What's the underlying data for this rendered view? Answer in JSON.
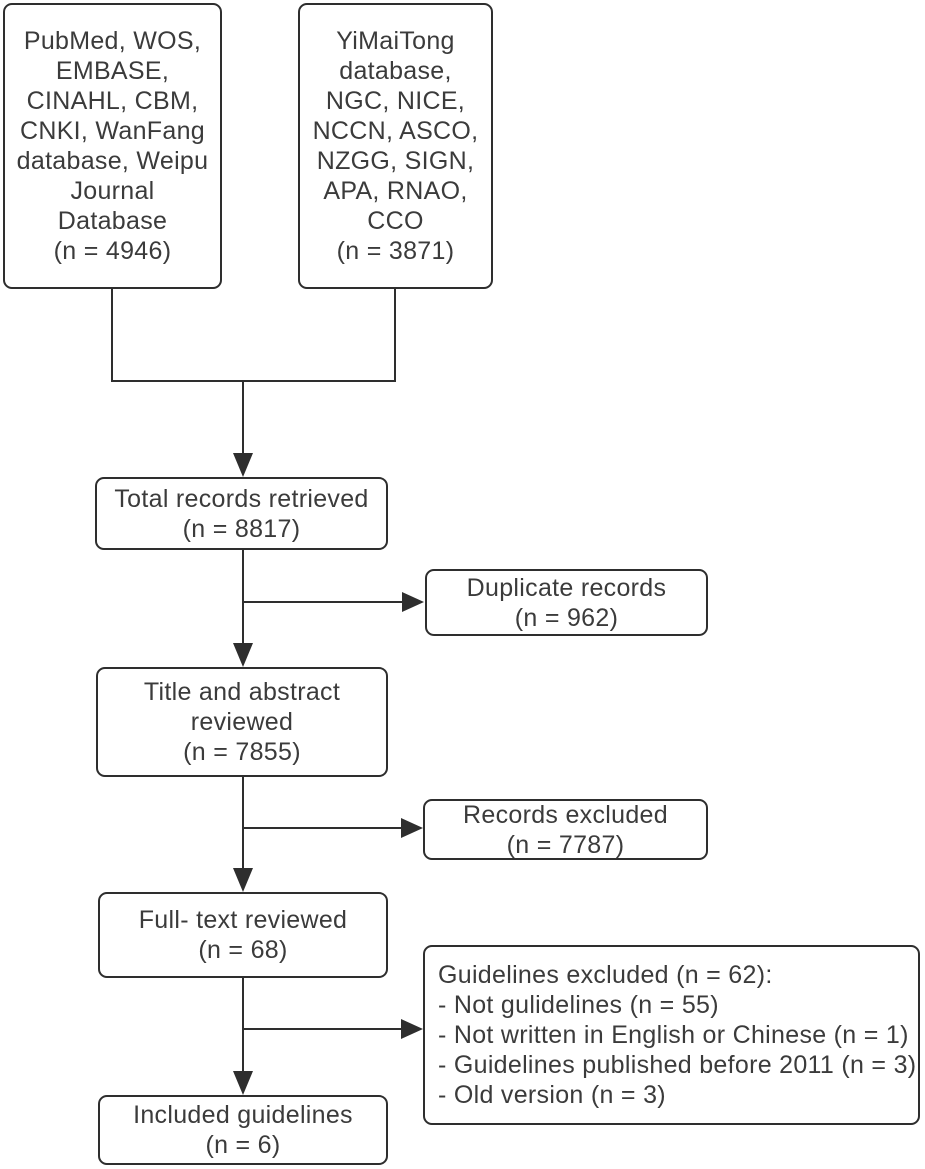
{
  "diagram": {
    "type": "literature-screening-flowchart",
    "colors": {
      "stroke": "#2e2e2e",
      "text": "#3b3b3b",
      "box_background": "#ffffff"
    },
    "boxes": {
      "primary_sources": {
        "label": "PubMed, WOS,\nEMBASE,\nCINAHL, CBM,\nCNKI, WanFang\ndatabase, Weipu\nJournal\nDatabase\n(n = 4946)",
        "n": 4946
      },
      "guideline_sources": {
        "label": "YiMaiTong\ndatabase,\nNGC, NICE,\nNCCN, ASCO,\nNZGG, SIGN,\nAPA, RNAO,\nCCO\n(n = 3871)",
        "n": 3871
      },
      "total_records": {
        "label": "Total records retrieved\n(n = 8817)",
        "n": 8817
      },
      "duplicate_records": {
        "label": "Duplicate records\n(n = 962)",
        "n": 962
      },
      "title_abstract_reviewed": {
        "label": "Title and abstract\nreviewed\n(n = 7855)",
        "n": 7855
      },
      "records_excluded": {
        "label": "Records excluded\n(n = 7787)",
        "n": 7787
      },
      "fulltext_reviewed": {
        "label": "Full- text reviewed\n(n = 68)",
        "n": 68
      },
      "guidelines_excluded": {
        "label": "Guidelines excluded (n = 62):\n- Not gulidelines (n = 55)\n- Not written in English or Chinese (n = 1)\n- Guidelines published before 2011 (n = 3)\n- Old version (n = 3)",
        "n": 62,
        "reasons": [
          {
            "text": "Not gulidelines",
            "n": 55
          },
          {
            "text": "Not written in English or Chinese",
            "n": 1
          },
          {
            "text": "Guidelines published before 2011",
            "n": 3
          },
          {
            "text": "Old version",
            "n": 3
          }
        ]
      },
      "included_guidelines": {
        "label": "Included guidelines\n(n = 6)",
        "n": 6
      }
    }
  }
}
